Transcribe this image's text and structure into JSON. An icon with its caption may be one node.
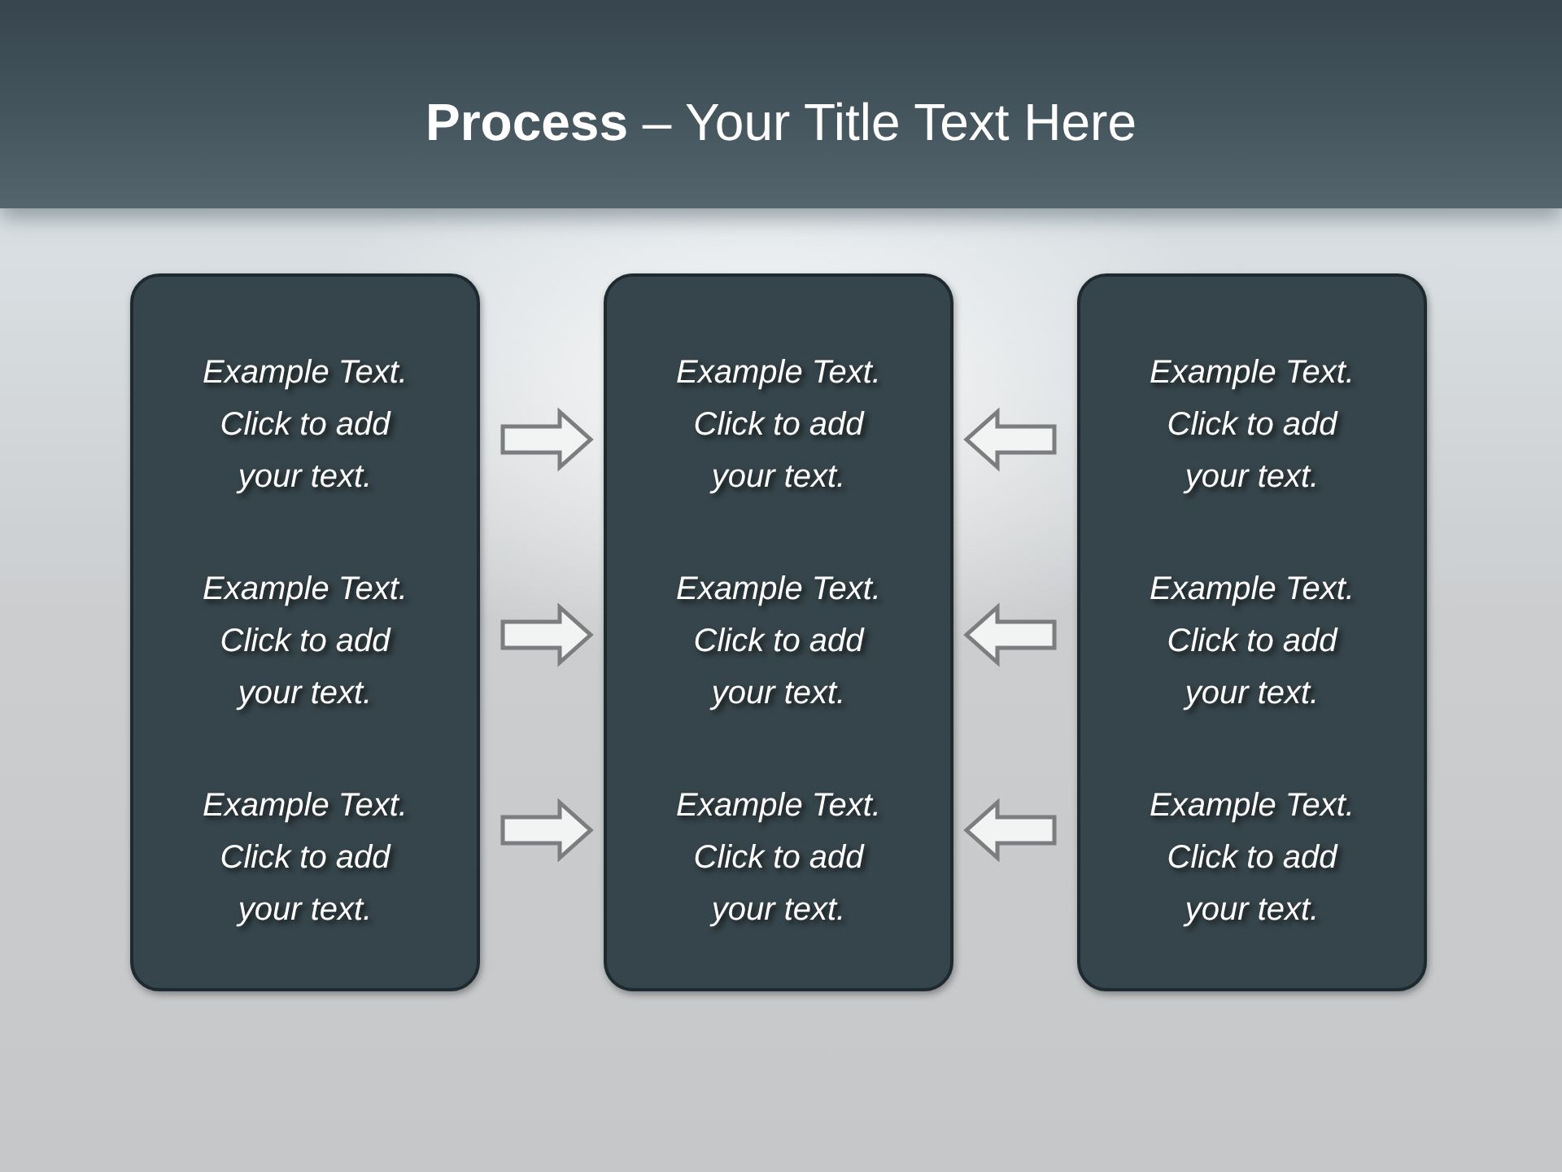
{
  "diagram": {
    "title": "**Process** – Your Title Text Here",
    "nodes": [
      {
        "text": [
          "Example Text. Click to add your text.",
          "Example Text. Click to add your text.",
          "Example Text. Click to add your text."
        ]
      },
      {
        "text": [
          "Example Text. Click to add your text.",
          "Example Text. Click to add your text.",
          "Example Text. Click to add your text."
        ]
      },
      {
        "text": [
          "Example Text. Click to add your text.",
          "Example Text. Click to add your text.",
          "Example Text. Click to add your text."
        ]
      }
    ],
    "edges": [
      {
        "from": 0,
        "to": 1,
        "arrow": "to"
      },
      {
        "from": 2,
        "to": 1,
        "arrow": "to"
      },
      {
        "from": 0,
        "to": 1,
        "arrow": "to"
      },
      {
        "from": 2,
        "to": 1,
        "arrow": "to"
      },
      {
        "from": 0,
        "to": 1,
        "arrow": "to"
      },
      {
        "from": 2,
        "to": 1,
        "arrow": "to"
      }
    ]
  }
}
